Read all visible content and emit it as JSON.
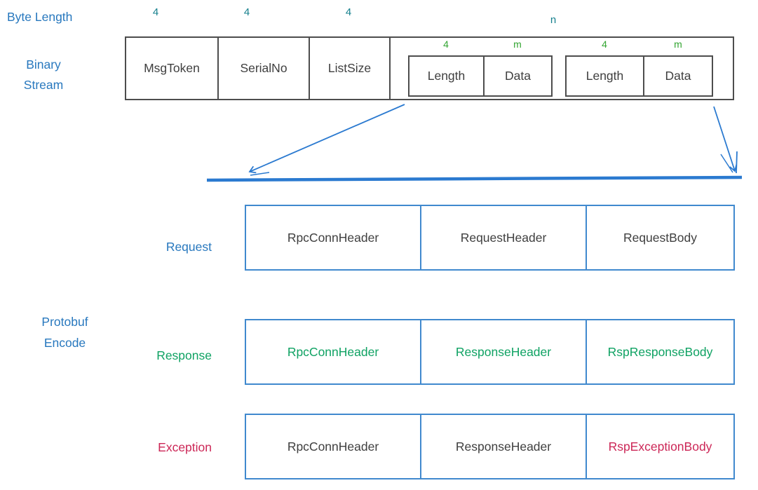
{
  "colors": {
    "label_blue": "#2878be",
    "row_border_blue": "#4089ce",
    "arrow_blue": "#2b7ad0",
    "byte_count_teal": "#16808e",
    "inner_byte_green": "#33a532",
    "response_green": "#0fa263",
    "exception_crimson": "#cc2757",
    "stream_border_gray": "#4d4d4d",
    "dark_text": "#3f3f3f"
  },
  "header": {
    "byte_length_label": "Byte Length",
    "stream_label_line1": "Binary",
    "stream_label_line2": "Stream"
  },
  "stream": {
    "fields": [
      {
        "label": "MsgToken",
        "byte_length": "4"
      },
      {
        "label": "SerialNo",
        "byte_length": "4"
      },
      {
        "label": "ListSize",
        "byte_length": "4"
      }
    ],
    "list_byte_length": "n",
    "list_items": [
      {
        "length_label": "Length",
        "length_bytes": "4",
        "data_label": "Data",
        "data_bytes": "m"
      },
      {
        "length_label": "Length",
        "length_bytes": "4",
        "data_label": "Data",
        "data_bytes": "m"
      }
    ]
  },
  "protobuf": {
    "label_line1": "Protobuf",
    "label_line2": "Encode"
  },
  "rows": [
    {
      "label": "Request",
      "cells": [
        "RpcConnHeader",
        "RequestHeader",
        "RequestBody"
      ]
    },
    {
      "label": "Response",
      "cells": [
        "RpcConnHeader",
        "ResponseHeader",
        "RspResponseBody"
      ]
    },
    {
      "label": "Exception",
      "cells": [
        "RpcConnHeader",
        "ResponseHeader",
        "RspExceptionBody"
      ]
    }
  ]
}
